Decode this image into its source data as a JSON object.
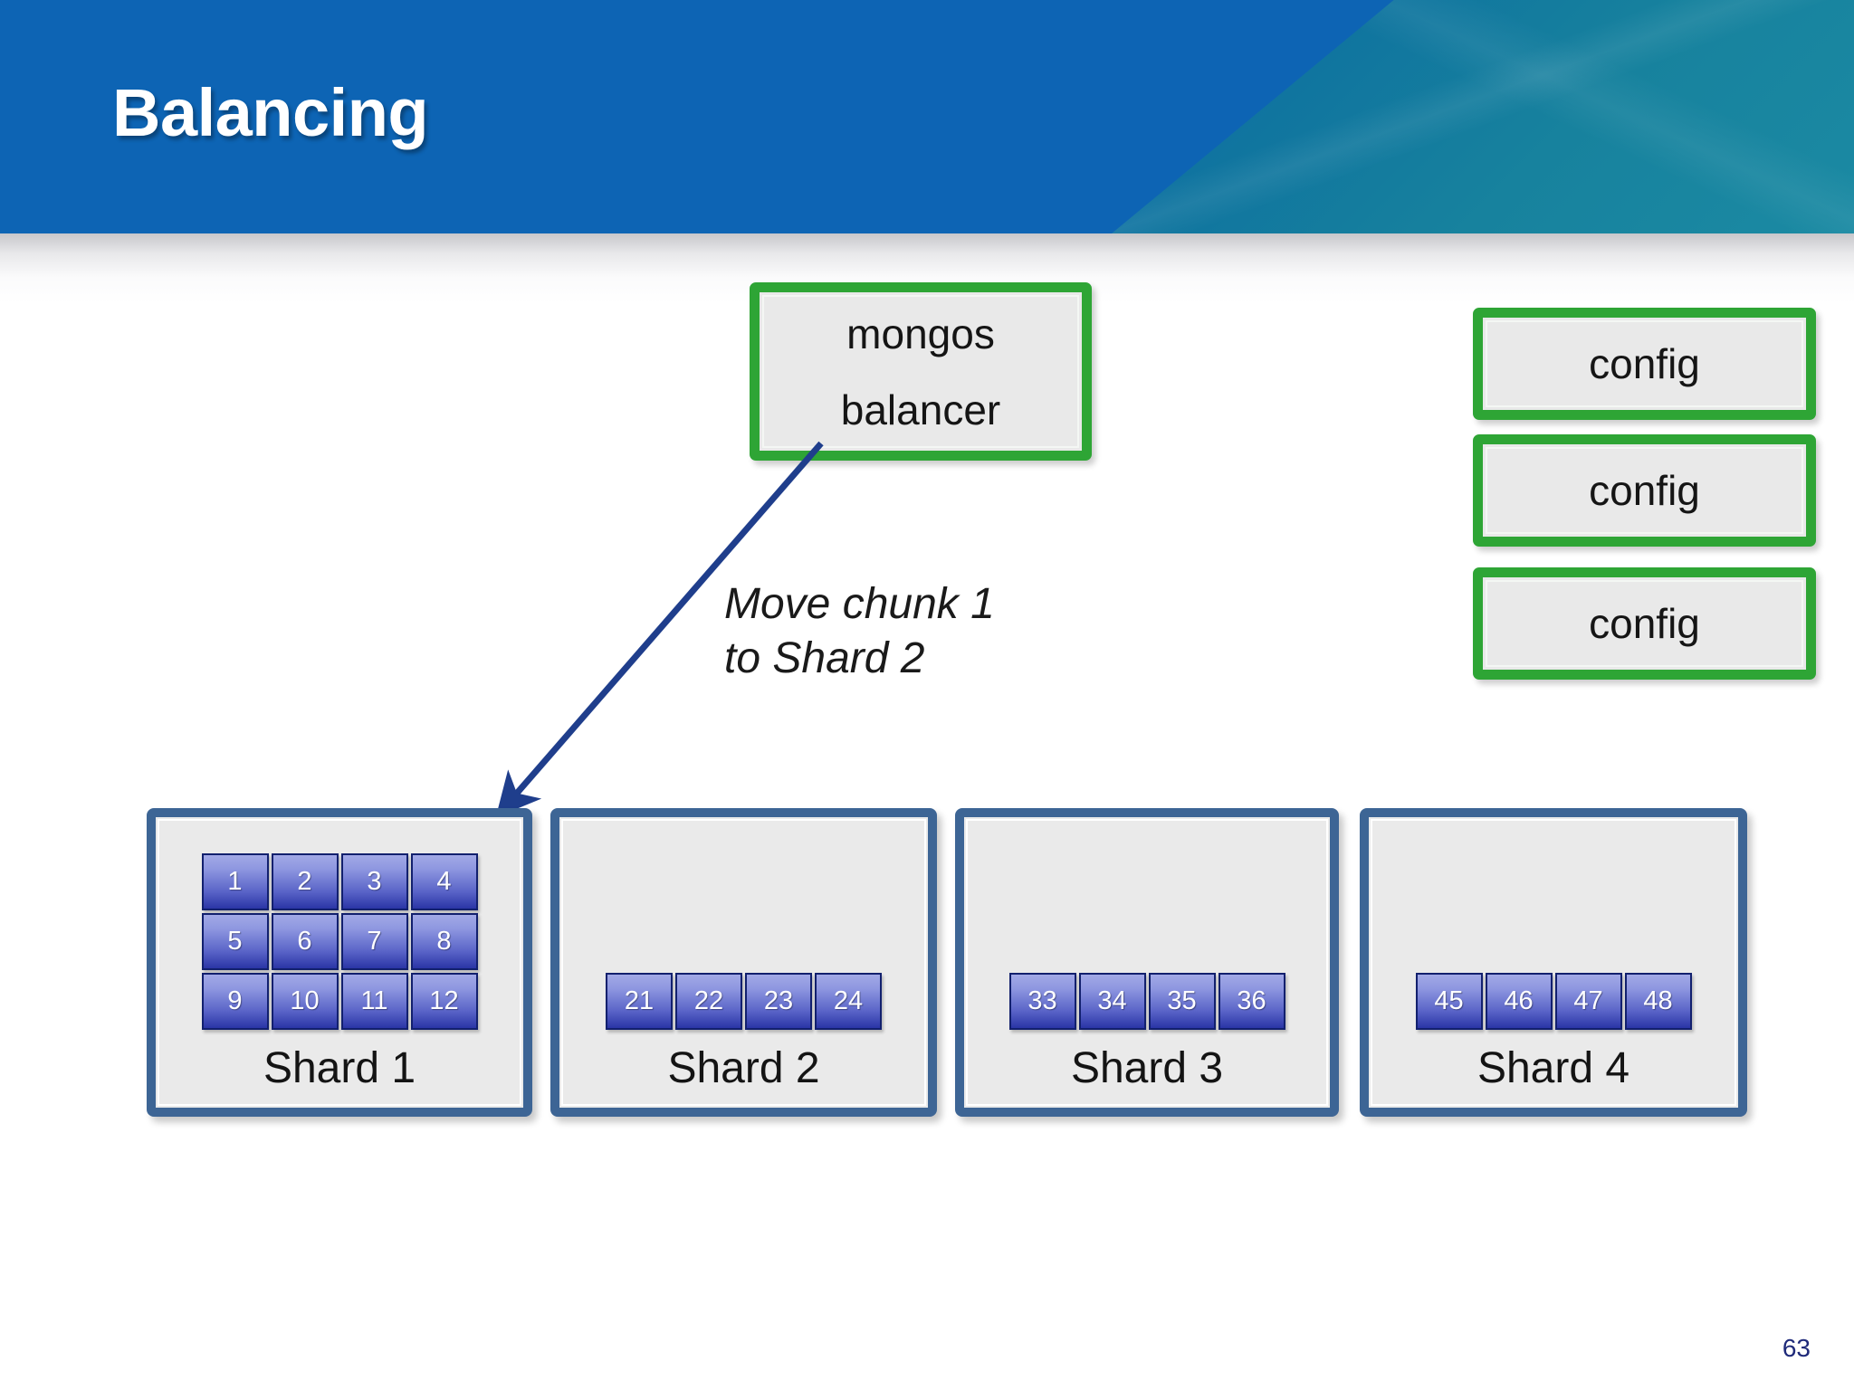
{
  "slide": {
    "title": "Balancing",
    "page_number": "63",
    "colors": {
      "header_blue": "#0d64b4",
      "header_teal": "#17829e",
      "node_green": "#2ea535",
      "node_fill": "#e9e9e9",
      "shard_border": "#3d6595",
      "shard_fill": "#eaeaea",
      "arrow_navy": "#1f3e8c",
      "chunk_top": "#a2a9e6",
      "chunk_bottom": "#2a35a6",
      "page_number_color": "#1f2a7a"
    }
  },
  "router": {
    "line1": "mongos",
    "line2": "balancer"
  },
  "config_servers": [
    {
      "label": "config"
    },
    {
      "label": "config"
    },
    {
      "label": "config"
    }
  ],
  "annotation": {
    "text": "Move chunk 1\nto Shard 2"
  },
  "shards": [
    {
      "label": "Shard 1",
      "chunk_rows": [
        [
          "1",
          "2",
          "3",
          "4"
        ],
        [
          "5",
          "6",
          "7",
          "8"
        ],
        [
          "9",
          "10",
          "11",
          "12"
        ]
      ]
    },
    {
      "label": "Shard 2",
      "chunk_rows": [
        [
          "21",
          "22",
          "23",
          "24"
        ]
      ]
    },
    {
      "label": "Shard 3",
      "chunk_rows": [
        [
          "33",
          "34",
          "35",
          "36"
        ]
      ]
    },
    {
      "label": "Shard 4",
      "chunk_rows": [
        [
          "45",
          "46",
          "47",
          "48"
        ]
      ]
    }
  ]
}
